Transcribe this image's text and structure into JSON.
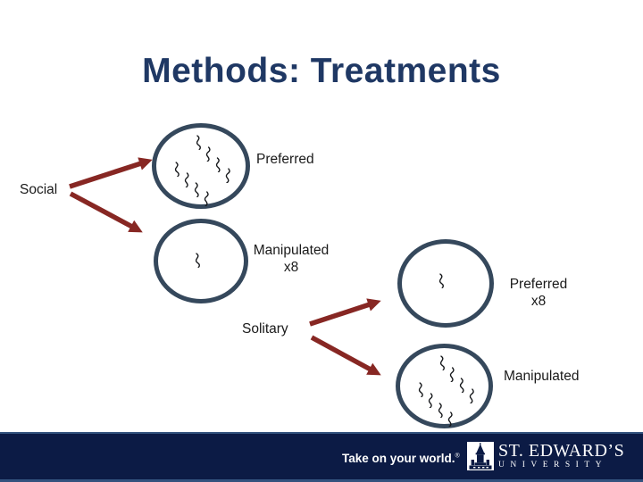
{
  "title": "Methods: Treatments",
  "diagram": {
    "social": {
      "label": "Social",
      "preferred": {
        "label": "Preferred",
        "worm_count": 8
      },
      "manipulated": {
        "label": "Manipulated",
        "sublabel": "x8",
        "worm_count": 1
      }
    },
    "solitary": {
      "label": "Solitary",
      "preferred": {
        "label": "Preferred",
        "sublabel": "x8",
        "worm_count": 1
      },
      "manipulated": {
        "label": "Manipulated",
        "worm_count": 8
      }
    }
  },
  "footer": {
    "tagline": "Take on your world.",
    "trademark": "®",
    "university_name": "ST. EDWARD’S",
    "university_subtitle": "UNIVERSITY",
    "logo": "tower-icon"
  },
  "colors": {
    "title": "#1f3864",
    "circle_stroke": "#35485c",
    "arrow": "#872723",
    "label": "#1a1a1a",
    "worm": "#15171a",
    "footer_bg": "#0c1b45",
    "footer_edge": "#33527e",
    "footer_text": "#ffffff"
  }
}
